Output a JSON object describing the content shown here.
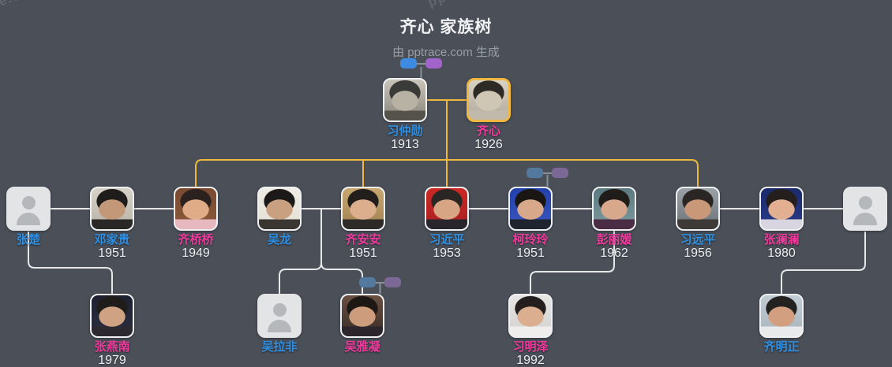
{
  "header": {
    "title": "齐心 家族树",
    "subtitle": "由 pptrace.com 生成"
  },
  "watermarks": [
    {
      "text": "pptrace.com"
    },
    {
      "text": "pptrace.com"
    }
  ],
  "colors": {
    "background": "#4a4f58",
    "male_name": "#2f8fe2",
    "female_name": "#ee3a9c",
    "year_text": "#eceef0",
    "family_line_yellow": "#efb93e",
    "relation_line_white": "#e5e7e9",
    "icon_stem_gray": "#8b9198",
    "root_border_yellow": "#f0b841",
    "photo_border": "#eef0f1",
    "couple_icon_bright_blue": "#3e8ce2",
    "couple_icon_bright_purple": "#a263cb",
    "couple_icon_muted_blue": "#54799e",
    "couple_icon_muted_purple": "#7c6897",
    "placeholder_bg": "#e3e4e6",
    "placeholder_icon": "#b5b8bb"
  },
  "tree": {
    "generations": [
      [
        {
          "id": "xi-zhongxun",
          "name": "习仲勋",
          "year": "1913",
          "gender": "male",
          "photo_colors": {
            "bg_top": "#c9c5ba",
            "bg_bottom": "#89837a",
            "hair": "#3a3a38",
            "skin": "#b8b2a4",
            "torso": "#55524c"
          }
        },
        {
          "id": "qi-xin",
          "name": "齐心",
          "year": "1926",
          "gender": "female",
          "root": true,
          "photo_colors": {
            "bg_top": "#d9d3c6",
            "bg_bottom": "#b0a89b",
            "hair": "#2e2a26",
            "skin": "#cfc6b4",
            "torso": "#c1b9a9"
          }
        }
      ],
      [
        {
          "id": "zhang-chu",
          "name": "张楚",
          "year": "",
          "gender": "male",
          "placeholder": true
        },
        {
          "id": "deng-jiagui",
          "name": "邓家贵",
          "year": "1951",
          "gender": "male",
          "photo_colors": {
            "bg_top": "#d6d2c8",
            "bg_bottom": "#b8b2a6",
            "hair": "#1f1d1b",
            "skin": "#c29878",
            "torso": "#2a2826"
          }
        },
        {
          "id": "qi-qiaoqiao",
          "name": "齐桥桥",
          "year": "1949",
          "gender": "female",
          "photo_colors": {
            "bg_top": "#7a4a30",
            "bg_bottom": "#8a5a3a",
            "hair": "#2b2220",
            "skin": "#e0ac88",
            "torso": "#e8b8c0"
          }
        },
        {
          "id": "wu-long",
          "name": "吴龙",
          "year": "",
          "gender": "male",
          "photo_colors": {
            "bg_top": "#efece4",
            "bg_bottom": "#e4e0d4",
            "hair": "#1c1a18",
            "skin": "#c9a080",
            "torso": "#3a3632"
          }
        },
        {
          "id": "qi-anan",
          "name": "齐安安",
          "year": "1951",
          "gender": "female",
          "photo_colors": {
            "bg_top": "#c8a870",
            "bg_bottom": "#a08050",
            "hair": "#221e1c",
            "skin": "#dcae8e",
            "torso": "#2e2a28"
          }
        },
        {
          "id": "xi-jinping",
          "name": "习近平",
          "year": "1953",
          "gender": "male",
          "photo_colors": {
            "bg_top": "#cc2824",
            "bg_bottom": "#a82020",
            "hair": "#2a2624",
            "skin": "#d8a584",
            "torso": "#28262c"
          }
        },
        {
          "id": "ke-lingling",
          "name": "柯玲玲",
          "year": "1951",
          "gender": "female",
          "photo_colors": {
            "bg_top": "#2440aa",
            "bg_bottom": "#3a57c0",
            "hair": "#1a1614",
            "skin": "#d8a88a",
            "torso": "#20242e"
          }
        },
        {
          "id": "peng-liyuan",
          "name": "彭丽媛",
          "year": "1962",
          "gender": "female",
          "photo_colors": {
            "bg_top": "#5a7a80",
            "bg_bottom": "#7e9aa0",
            "hair": "#201c1a",
            "skin": "#d8a88c",
            "torso": "#4a2c44"
          }
        },
        {
          "id": "xi-yuanping",
          "name": "习远平",
          "year": "1956",
          "gender": "male",
          "photo_colors": {
            "bg_top": "#9aa2a8",
            "bg_bottom": "#6a7076",
            "hair": "#2a2624",
            "skin": "#c89878",
            "torso": "#3e3a38"
          }
        },
        {
          "id": "zhang-lanlan",
          "name": "张澜澜",
          "year": "1980",
          "gender": "female",
          "photo_colors": {
            "bg_top": "#1a2a6a",
            "bg_bottom": "#2a3c88",
            "hair": "#241e1c",
            "skin": "#e2b090",
            "torso": "#d8d4e0"
          }
        },
        {
          "id": "unknown-member",
          "name": "",
          "year": "",
          "gender": "",
          "placeholder": true
        }
      ],
      [
        {
          "id": "zhang-yannan",
          "name": "张燕南",
          "year": "1979",
          "gender": "female",
          "photo_colors": {
            "bg_top": "#1c2030",
            "bg_bottom": "#2a2e40",
            "hair": "#201c1a",
            "skin": "#d0a284",
            "torso": "#2c2a30"
          }
        },
        {
          "id": "wu-lafei",
          "name": "吴拉非",
          "year": "",
          "gender": "male",
          "placeholder": true
        },
        {
          "id": "wu-yaning",
          "name": "吴雅凝",
          "year": "",
          "gender": "female",
          "photo_colors": {
            "bg_top": "#6a5040",
            "bg_bottom": "#3a2c26",
            "hair": "#1e1814",
            "skin": "#cc9c7c",
            "torso": "#2c262c"
          }
        },
        {
          "id": "xi-mingze",
          "name": "习明泽",
          "year": "1992",
          "gender": "female",
          "photo_colors": {
            "bg_top": "#e8e6e4",
            "bg_bottom": "#d4d2d0",
            "hair": "#241f1c",
            "skin": "#dcae90",
            "torso": "#f0eeec"
          }
        },
        {
          "id": "qi-mingzheng",
          "name": "齐明正",
          "year": "",
          "gender": "male",
          "photo_colors": {
            "bg_top": "#c2ccd4",
            "bg_bottom": "#a8b4bc",
            "hair": "#242220",
            "skin": "#d2a080",
            "torso": "#e8eaec"
          }
        }
      ]
    ]
  },
  "couple_icons": [
    {
      "id": "xi-zhongxun-qi-xin",
      "style": "bright"
    },
    {
      "id": "xi-jinping-ke-lingling",
      "style": "muted"
    },
    {
      "id": "wu-yaning-spouse",
      "style": "muted"
    }
  ]
}
